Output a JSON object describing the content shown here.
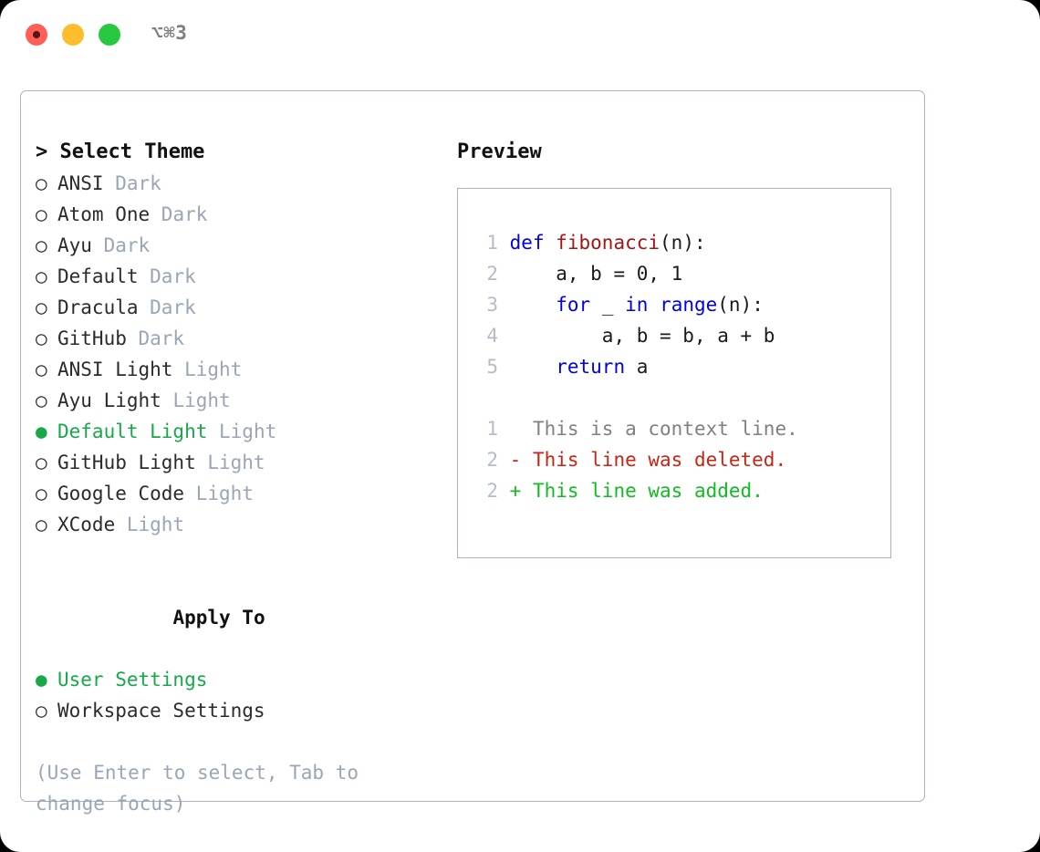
{
  "window": {
    "traffic_lights": [
      "close",
      "minimize",
      "maximize"
    ],
    "shortcut_label": "⌥⌘3",
    "accent_green": "#17a84a",
    "muted": "#9aa5b5",
    "border": "#a8b2c2"
  },
  "theme_picker": {
    "heading": "> Select Theme",
    "marker_selected": "●",
    "marker_unselected": "○",
    "items": [
      {
        "label": "ANSI",
        "tag": "Dark",
        "selected": false
      },
      {
        "label": "Atom One",
        "tag": "Dark",
        "selected": false
      },
      {
        "label": "Ayu",
        "tag": "Dark",
        "selected": false
      },
      {
        "label": "Default",
        "tag": "Dark",
        "selected": false
      },
      {
        "label": "Dracula",
        "tag": "Dark",
        "selected": false
      },
      {
        "label": "GitHub",
        "tag": "Dark",
        "selected": false
      },
      {
        "label": "ANSI Light",
        "tag": "Light",
        "selected": false
      },
      {
        "label": "Ayu Light",
        "tag": "Light",
        "selected": false
      },
      {
        "label": "Default Light",
        "tag": "Light",
        "selected": true
      },
      {
        "label": "GitHub Light",
        "tag": "Light",
        "selected": false
      },
      {
        "label": "Google Code",
        "tag": "Light",
        "selected": false
      },
      {
        "label": "XCode",
        "tag": "Light",
        "selected": false
      }
    ]
  },
  "apply_to": {
    "heading": "Apply To",
    "items": [
      {
        "label": "User Settings",
        "selected": true
      },
      {
        "label": "Workspace Settings",
        "selected": false
      }
    ]
  },
  "hint": "(Use Enter to select, Tab to change focus)",
  "preview": {
    "title": "Preview",
    "code_lines": [
      {
        "no": "1",
        "tokens": [
          {
            "t": "def ",
            "c": "kw"
          },
          {
            "t": "fibonacci",
            "c": "fn"
          },
          {
            "t": "(n):",
            "c": "plain"
          }
        ]
      },
      {
        "no": "2",
        "tokens": [
          {
            "t": "    a, b = 0, 1",
            "c": "plain"
          }
        ]
      },
      {
        "no": "3",
        "tokens": [
          {
            "t": "    ",
            "c": "plain"
          },
          {
            "t": "for",
            "c": "kw"
          },
          {
            "t": " _ ",
            "c": "plain"
          },
          {
            "t": "in",
            "c": "kw"
          },
          {
            "t": " ",
            "c": "plain"
          },
          {
            "t": "range",
            "c": "kw"
          },
          {
            "t": "(n):",
            "c": "plain"
          }
        ]
      },
      {
        "no": "4",
        "tokens": [
          {
            "t": "        a, b = b, a + b",
            "c": "plain"
          }
        ]
      },
      {
        "no": "5",
        "tokens": [
          {
            "t": "    ",
            "c": "plain"
          },
          {
            "t": "return",
            "c": "kw"
          },
          {
            "t": " a",
            "c": "plain"
          }
        ]
      }
    ],
    "diff_lines": [
      {
        "no": "1",
        "text": "  This is a context line.",
        "kind": "ctx"
      },
      {
        "no": "2",
        "text": "- This line was deleted.",
        "kind": "del"
      },
      {
        "no": "2",
        "text": "+ This line was added.",
        "kind": "add"
      }
    ]
  }
}
